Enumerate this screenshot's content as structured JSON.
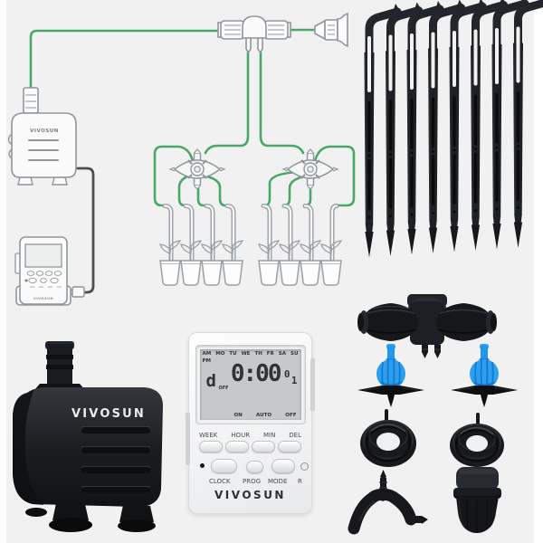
{
  "colors": {
    "background": "#f1f1f2",
    "side_strip": "#ffffff",
    "tube_green": "#4ba769",
    "outline_grey": "#8f969b",
    "product_black": "#17191c",
    "dripper_blue": "#2b9ff2"
  },
  "diagram": {
    "pump_label": "VIVOSUN",
    "timer_label": "VIVOSUN"
  },
  "pump": {
    "brand": "VIVOSUN"
  },
  "timer": {
    "brand": "VIVOSUN",
    "lcd": {
      "am": "AM",
      "pm": "PM",
      "days": [
        "MO",
        "TU",
        "WE",
        "TH",
        "FR",
        "SA",
        "SU"
      ],
      "mode_letter": "d",
      "mode_state": "OFF",
      "time": "0:00",
      "program_digits": [
        "0",
        "1"
      ],
      "status_on": "ON",
      "status_auto": "AUTO",
      "status_off": "OFF"
    },
    "buttons_row1": [
      "WEEK",
      "HOUR",
      "MIN",
      "DEL"
    ],
    "buttons_row2": [
      "CLOCK",
      "PROG",
      "MODE",
      "R"
    ]
  }
}
